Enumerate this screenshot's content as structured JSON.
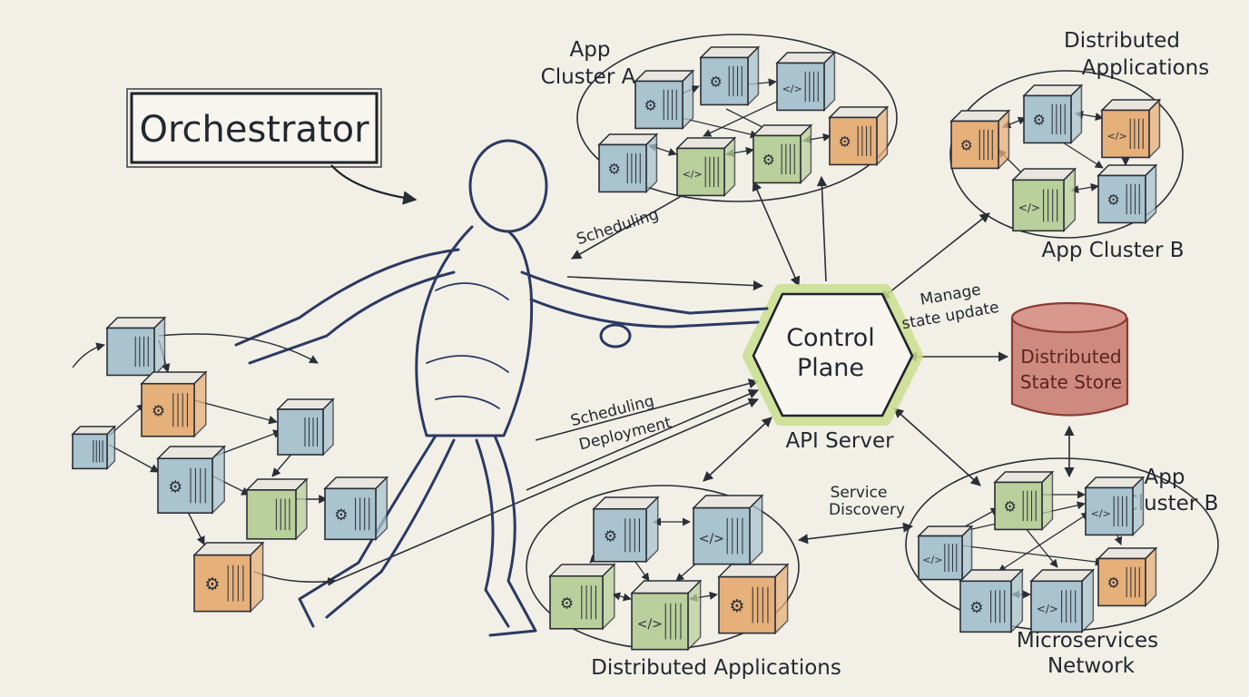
{
  "title": "Orchestrator",
  "control_plane": {
    "line1": "Control",
    "line2": "Plane",
    "caption": "API Server"
  },
  "state_store": {
    "line1": "Distributed",
    "line2": "State Store"
  },
  "labels": {
    "app_cluster_a_1": "App",
    "app_cluster_a_2": "Cluster A",
    "distributed_apps_top_1": "Distributed",
    "distributed_apps_top_2": "Applications",
    "app_cluster_b_top": "App Cluster B",
    "app_cluster_b_right_1": "App",
    "app_cluster_b_right_2": "Cluster B",
    "scheduling_top": "Scheduling",
    "scheduling_mid": "Scheduling",
    "deployment": "Deployment",
    "manage_1": "Manage",
    "manage_2": "state update",
    "service_1": "Service",
    "service_2": "Discovery",
    "distributed_apps_bottom": "Distributed Applications",
    "microservices_1": "Microservices",
    "microservices_2": "Network"
  },
  "colors": {
    "ink": "#222831",
    "figure": "#2b3a63",
    "blue_box": "#a9c3cf",
    "green_box": "#b9cf9c",
    "orange_box": "#e6b07a",
    "store_fill": "#c97a6f",
    "highlight": "#c9de8c"
  }
}
